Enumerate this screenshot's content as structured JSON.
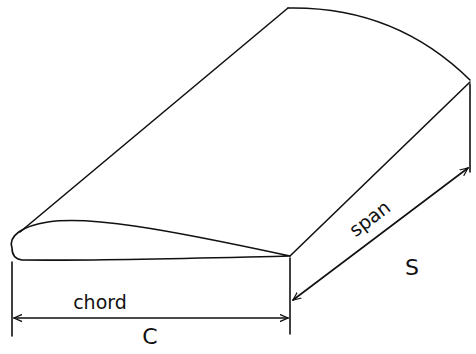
{
  "diagram": {
    "labels": [
      "chord",
      "C",
      "span",
      "S"
    ]
  }
}
